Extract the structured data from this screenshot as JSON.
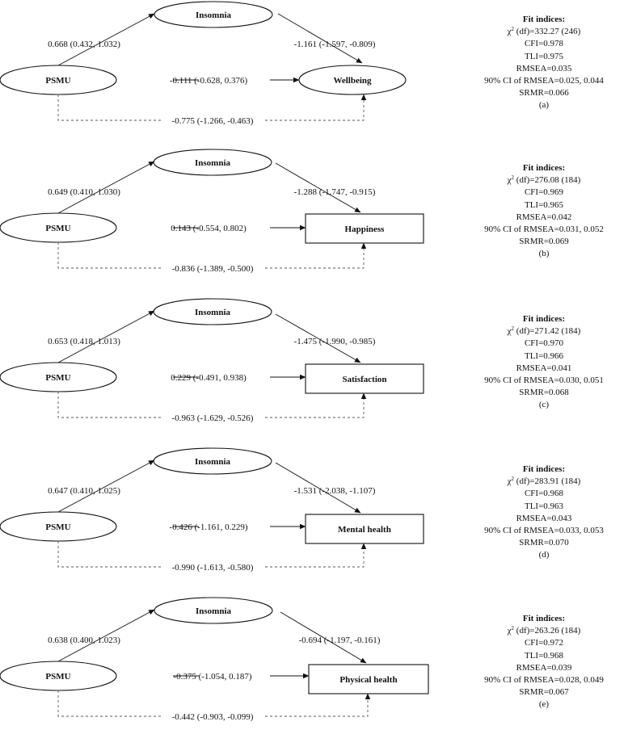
{
  "fit_title": "Fit indices:",
  "chi_symbol": "χ",
  "chi_sup": "2",
  "models": [
    {
      "mediator": "Insomnia",
      "predictor": "PSMU",
      "outcome": "Wellbeing",
      "outcome_shape": "ellipse",
      "path_a": "0.668 (0.432, 1.032)",
      "path_b": "-1.161 (-1.597, -0.809)",
      "path_c": "-0.111 (-0.628, 0.376)",
      "path_indirect": "-0.775 (-1.266, -0.463)",
      "fit": {
        "chi": " (df)=332.27 (246)",
        "cfi": "CFI=0.978",
        "tli": "TLI=0.975",
        "rmsea": "RMSEA=0.035",
        "ci": "90% CI of RMSEA=0.025, 0.044",
        "srmr": "SRMR=0.066",
        "panel": "(a)"
      }
    },
    {
      "mediator": "Insomnia",
      "predictor": "PSMU",
      "outcome": "Happiness",
      "outcome_shape": "rect",
      "path_a": "0.649 (0.410, 1.030)",
      "path_b": "-1.288 (-1.747, -0.915)",
      "path_c": "0.143 (-0.554, 0.802)",
      "path_indirect": "-0.836 (-1.389, -0.500)",
      "fit": {
        "chi": " (df)=276.08 (184)",
        "cfi": "CFI=0.969",
        "tli": "TLI=0.965",
        "rmsea": "RMSEA=0.042",
        "ci": "90% CI of RMSEA=0.031, 0.052",
        "srmr": "SRMR=0.069",
        "panel": "(b)"
      }
    },
    {
      "mediator": "Insomnia",
      "predictor": "PSMU",
      "outcome": "Satisfaction",
      "outcome_shape": "rect",
      "path_a": "0.653 (0.418, 1.013)",
      "path_b": "-1.475 (-1.990, -0.985)",
      "path_c": "0.229 (-0.491, 0.938)",
      "path_indirect": "-0.963 (-1.629, -0.526)",
      "fit": {
        "chi": " (df)=271.42 (184)",
        "cfi": "CFI=0.970",
        "tli": "TLI=0.966",
        "rmsea": "RMSEA=0.041",
        "ci": "90% CI of RMSEA=0.030, 0.051",
        "srmr": "SRMR=0.068",
        "panel": "(c)"
      }
    },
    {
      "mediator": "Insomnia",
      "predictor": "PSMU",
      "outcome": "Mental health",
      "outcome_shape": "rect",
      "path_a": "0.647 (0.410, 1.025)",
      "path_b": "-1.531 (-2.038, -1.107)",
      "path_c": "-0.426 (-1.161, 0.229)",
      "path_indirect": "-0.990 (-1.613, -0.580)",
      "fit": {
        "chi": " (df)=283.91 (184)",
        "cfi": "CFI=0.968",
        "tli": "TLI=0.963",
        "rmsea": "RMSEA=0.043",
        "ci": "90% CI of RMSEA=0.033, 0.053",
        "srmr": "SRMR=0.070",
        "panel": "(d)"
      }
    },
    {
      "mediator": "Insomnia",
      "predictor": "PSMU",
      "outcome": "Physical health",
      "outcome_shape": "rect",
      "path_a": "0.638 (0.400, 1.023)",
      "path_b": "-0.694 (-1.197, -0.161)",
      "path_c": "-0.375 (-1.054, 0.187)",
      "path_indirect": "-0.442 (-0.903, -0.099)",
      "fit": {
        "chi": " (df)=263.26 (184)",
        "cfi": "CFI=0.972",
        "tli": "TLI=0.968",
        "rmsea": "RMSEA=0.039",
        "ci": "90% CI of RMSEA=0.028, 0.049",
        "srmr": "SRMR=0.067",
        "panel": "(e)"
      }
    }
  ]
}
